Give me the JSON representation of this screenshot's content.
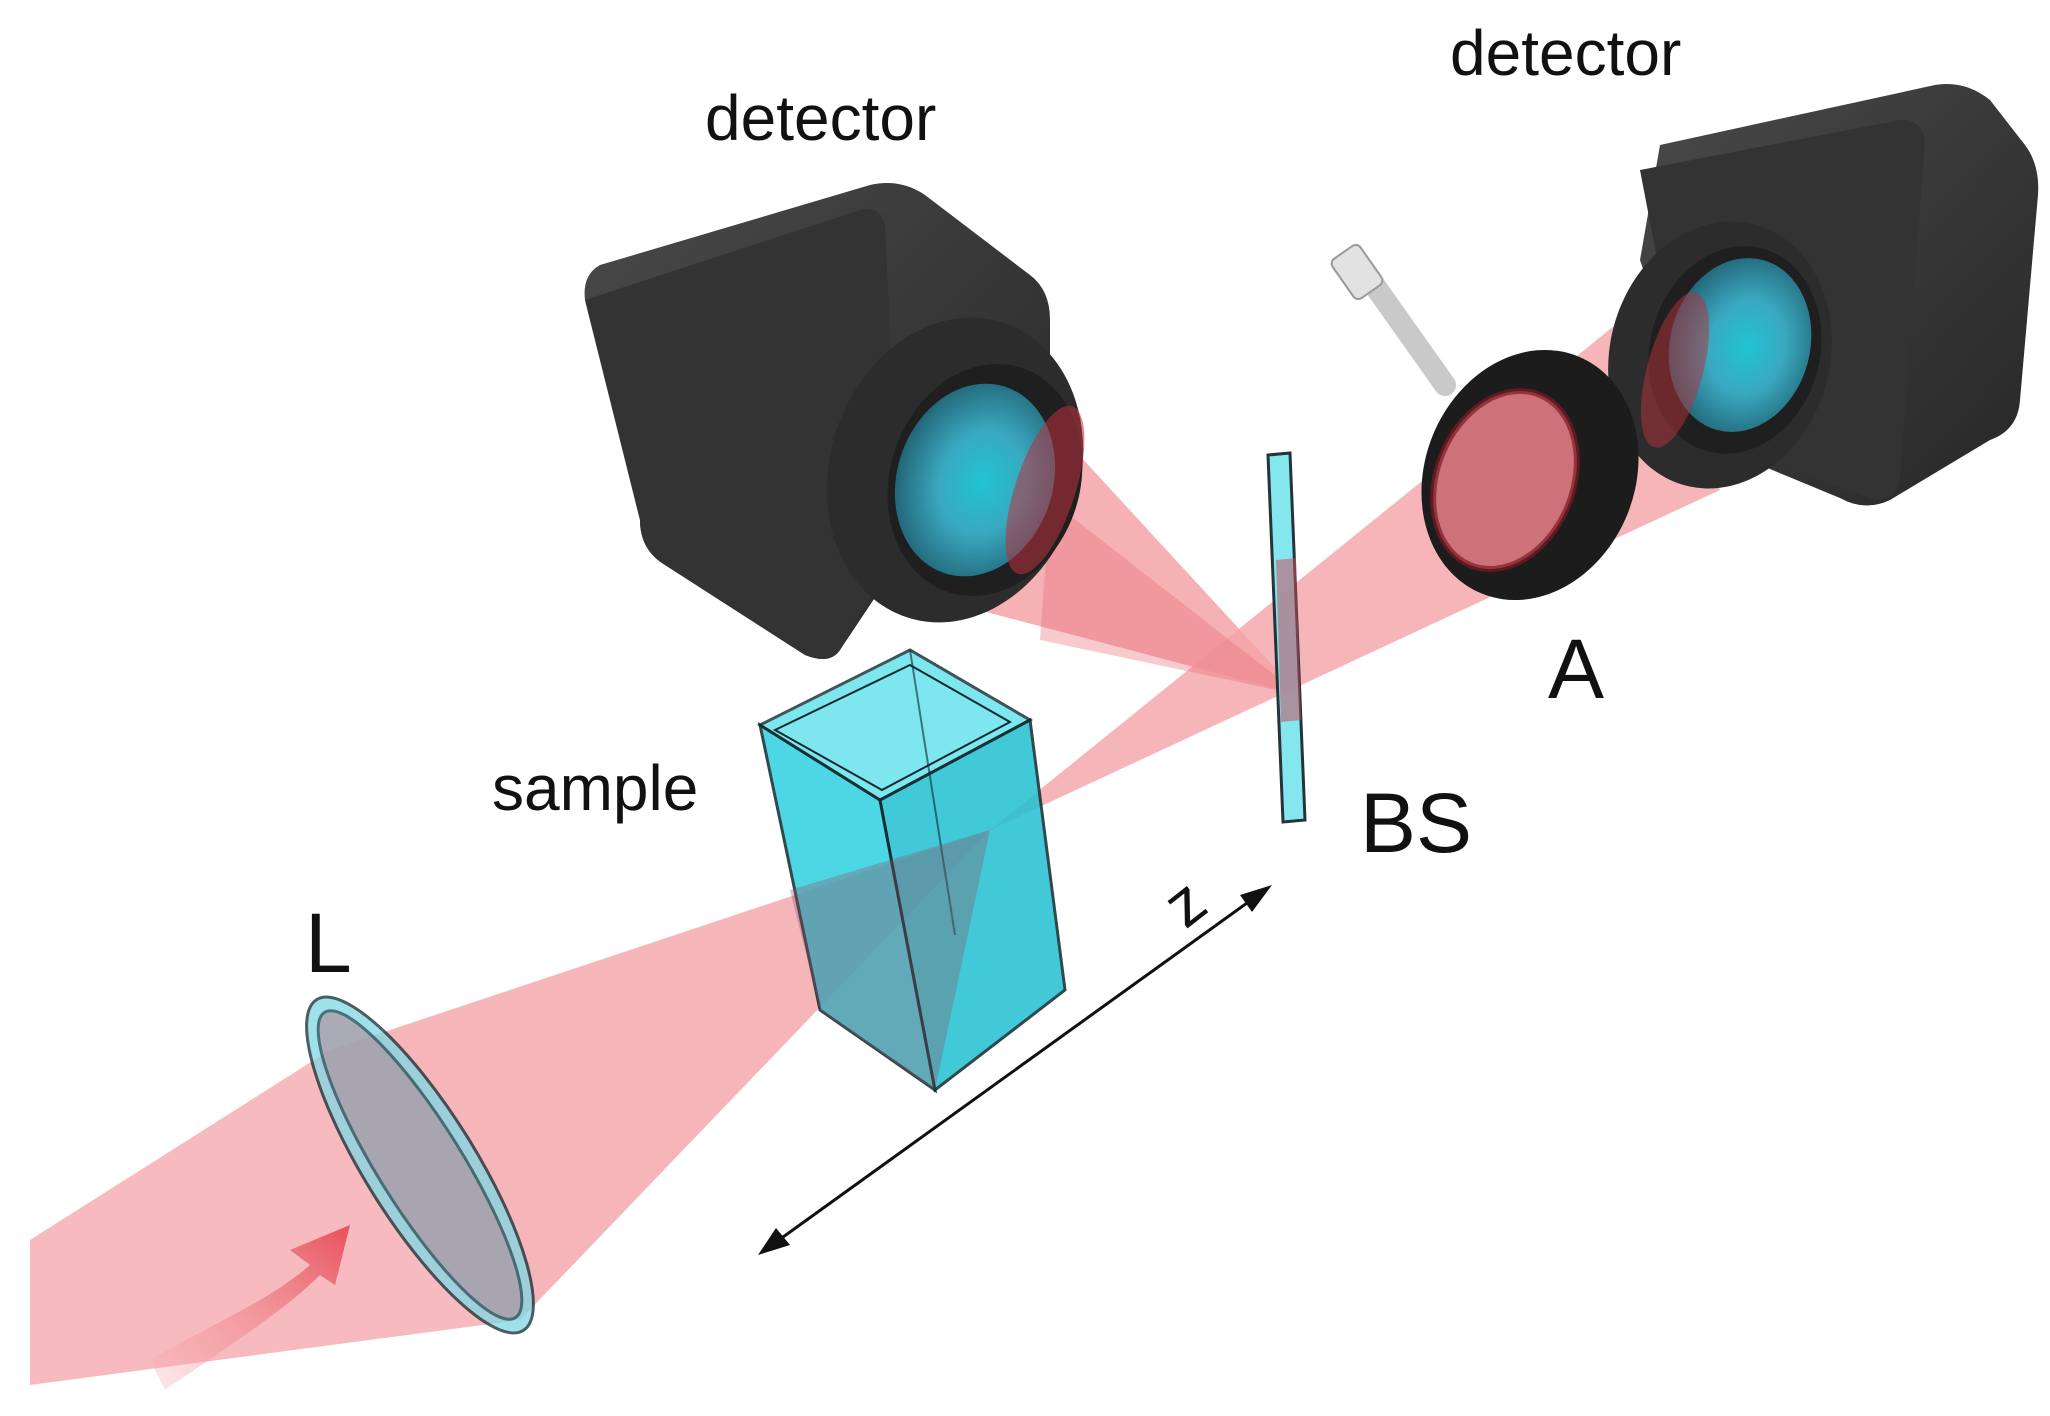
{
  "labels": {
    "detector_left": "detector",
    "detector_right": "detector",
    "sample": "sample",
    "lens": "L",
    "beam_splitter": "BS",
    "analyzer": "A",
    "axis": "z"
  },
  "colors": {
    "beam": "#f4a3a8",
    "beam_dense": "#e85e68",
    "camera_body": "#3a3a3a",
    "camera_shade": "#2a2a2a",
    "lens_glass": "#4fb8cc",
    "cuvette": "#2fd0e0",
    "beam_splitter": "#7fe6ee",
    "text": "#111111"
  },
  "icons": {
    "camera": "camera-icon",
    "polarizer": "polarizer-ring-icon",
    "lens": "lens-icon",
    "arrow": "double-arrow-icon"
  }
}
